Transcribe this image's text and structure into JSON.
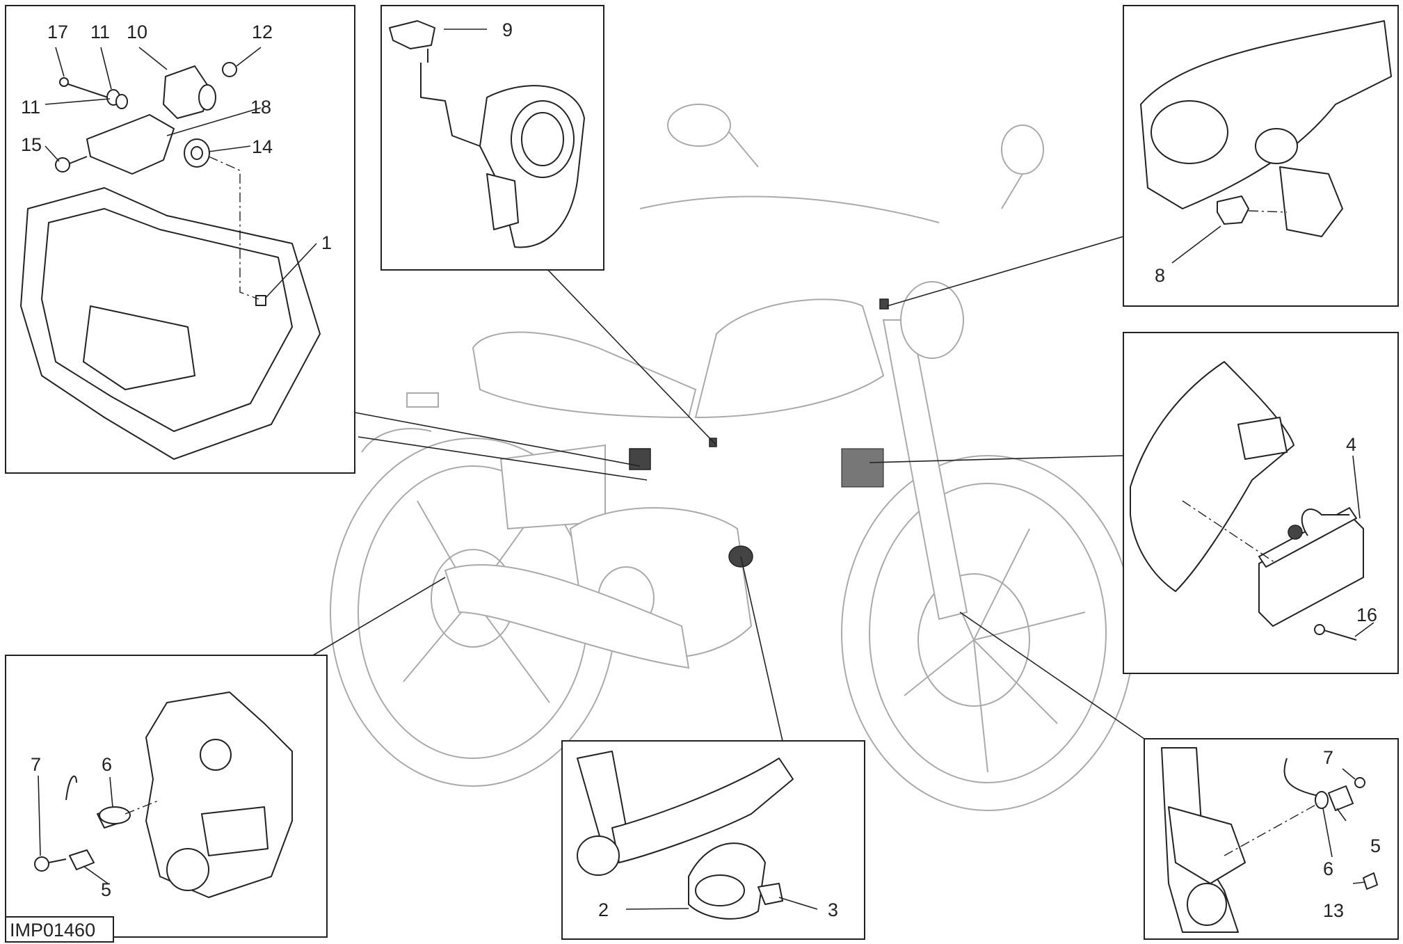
{
  "diagram_code": "IMP01460",
  "callouts": {
    "p17": "17",
    "p11a": "11",
    "p10": "10",
    "p12": "12",
    "p11b": "11",
    "p18": "18",
    "p15": "15",
    "p14": "14",
    "p1": "1",
    "p9": "9",
    "p8": "8",
    "p4": "4",
    "p16": "16",
    "p7a": "7",
    "p6a": "6",
    "p5a": "5",
    "p2": "2",
    "p3": "3",
    "p7b": "7",
    "p5b": "5",
    "p6b": "6",
    "p13": "13"
  }
}
